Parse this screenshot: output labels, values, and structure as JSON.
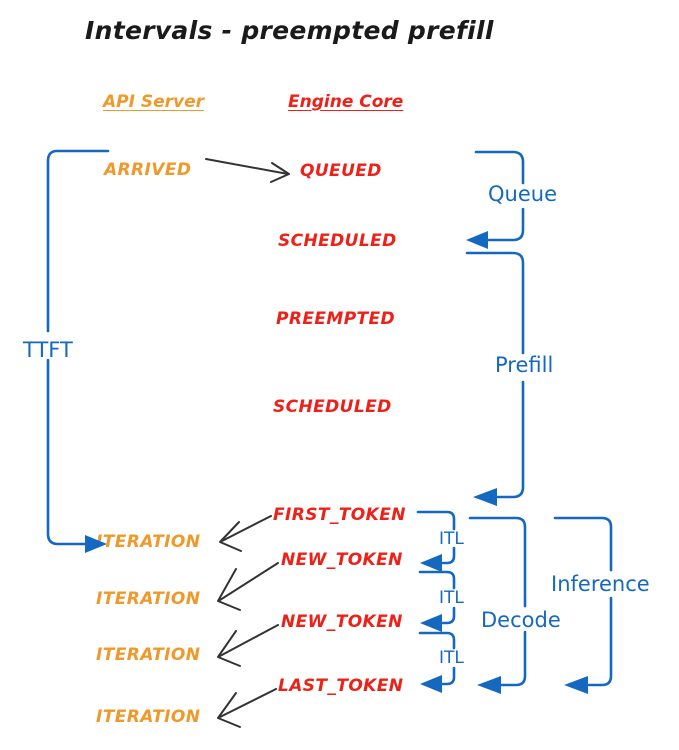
{
  "title": "Intervals - preempted prefill",
  "colors": {
    "api_server": "#F0992B",
    "engine_core": "#EE2119",
    "interval": "#1568C0",
    "arrow": "#333333",
    "background": "#FFFFFF"
  },
  "columns": {
    "api_server": "API Server",
    "engine_core": "Engine Core"
  },
  "api_events": [
    {
      "label": "ARRIVED"
    },
    {
      "label": "ITERATION"
    },
    {
      "label": "ITERATION"
    },
    {
      "label": "ITERATION"
    },
    {
      "label": "ITERATION"
    }
  ],
  "engine_events": [
    {
      "label": "QUEUED"
    },
    {
      "label": "SCHEDULED"
    },
    {
      "label": "PREEMPTED"
    },
    {
      "label": "SCHEDULED"
    },
    {
      "label": "FIRST_TOKEN"
    },
    {
      "label": "NEW_TOKEN"
    },
    {
      "label": "NEW_TOKEN"
    },
    {
      "label": "LAST_TOKEN"
    }
  ],
  "intervals": {
    "ttft": "TTFT",
    "queue": "Queue",
    "prefill": "Prefill",
    "decode": "Decode",
    "inference": "Inference",
    "itl": [
      {
        "label": "ITL"
      },
      {
        "label": "ITL"
      },
      {
        "label": "ITL"
      }
    ]
  }
}
